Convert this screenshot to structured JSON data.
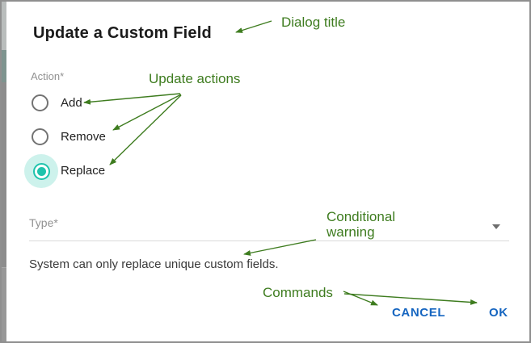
{
  "dialog": {
    "title": "Update a Custom Field",
    "action_label": "Action*",
    "radio_options": [
      {
        "label": "Add",
        "selected": false
      },
      {
        "label": "Remove",
        "selected": false
      },
      {
        "label": "Replace",
        "selected": true
      }
    ],
    "type_label": "Type*",
    "warning": "System can only replace unique custom fields.",
    "buttons": {
      "cancel": "CANCEL",
      "ok": "OK"
    }
  },
  "annotations": {
    "dialog_title": "Dialog title",
    "update_actions": "Update actions",
    "conditional_warning": "Conditional warning",
    "commands": "Commands"
  },
  "colors": {
    "radio_selected_teal": "#1ec3ac",
    "radio_halo_teal": "#cdf2ec",
    "button_blue": "#1565c0",
    "annotation_green": "#3e7c1f",
    "label_gray": "#929292",
    "frame_gray": "#8f8f8f"
  }
}
